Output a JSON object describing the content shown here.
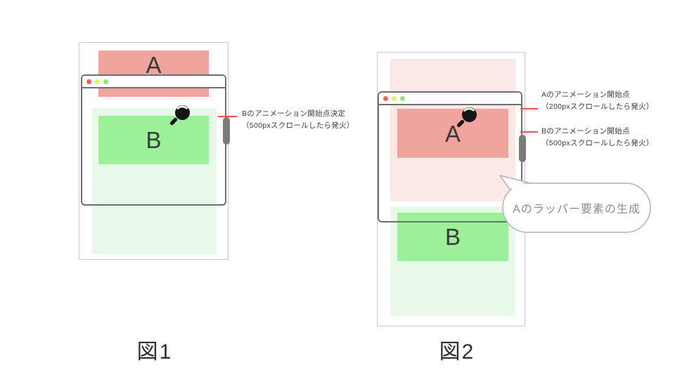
{
  "figure1": {
    "caption": "図1",
    "block_a_label": "A",
    "block_b_label": "B",
    "annotation": {
      "line1": "Bのアニメーション開始点決定",
      "line2": "（500pxスクロールしたら発火）"
    }
  },
  "figure2": {
    "caption": "図2",
    "block_a_label": "A",
    "block_b_label": "B",
    "annotation_a": {
      "line1": "Aのアニメーション開始点",
      "line2": "（200pxスクロールしたら発火）"
    },
    "annotation_b": {
      "line1": "Bのアニメーション開始点",
      "line2": "（500pxスクロールしたら発火）"
    },
    "bubble": {
      "text": "Aのラッパー要素の生成"
    }
  },
  "icons": {
    "magnifier": "magnifier-icon",
    "traffic_lights": [
      "close-icon",
      "minimize-icon",
      "fullscreen-icon"
    ]
  },
  "colors": {
    "block_a": "#f1a49d",
    "block_a_wrapper": "#fbe9e7",
    "block_b": "#9df09a",
    "block_b_wrapper": "#e8f9e9",
    "browser_border": "#6e6e6e",
    "page_border": "#c9c9c9",
    "annotation_line": "#f0514a",
    "scrollbar_thumb": "#7b7b7b",
    "traffic_red": "#f4645c",
    "traffic_yellow": "#e9ef68",
    "traffic_green": "#8cec6c",
    "bubble_border": "#b3b3b3",
    "bubble_text_color": "#8c8c8c"
  }
}
